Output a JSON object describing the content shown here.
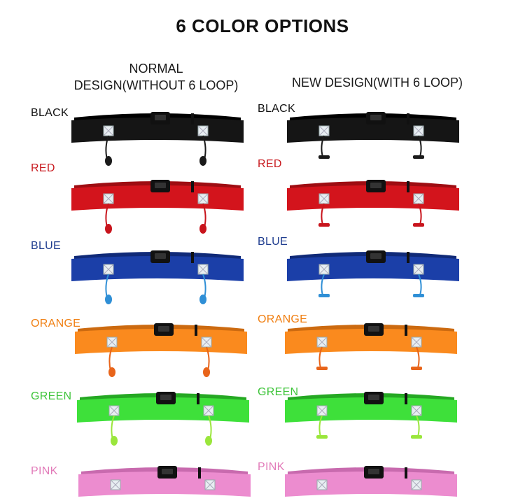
{
  "title": "6 COLOR OPTIONS",
  "columns": {
    "left": {
      "line1": "NORMAL",
      "line2": "DESIGN(WITHOUT 6 LOOP)"
    },
    "right": {
      "line1": "NEW DESIGN(WITH 6 LOOP)"
    }
  },
  "colors": [
    {
      "label": "BLACK",
      "label_color": "#111111",
      "belt": "#151515",
      "dark": "#000000",
      "toggle": "#1a1a1a"
    },
    {
      "label": "RED",
      "label_color": "#c8191e",
      "belt": "#d3141c",
      "dark": "#9e0d12",
      "toggle": "#c8141c"
    },
    {
      "label": "BLUE",
      "label_color": "#1f3d8f",
      "belt": "#1b3fa8",
      "dark": "#102a78",
      "toggle": "#2f8fd6"
    },
    {
      "label": "ORANGE",
      "label_color": "#f07f12",
      "belt": "#fa8a1e",
      "dark": "#cc6a10",
      "toggle": "#e8641a"
    },
    {
      "label": "GREEN",
      "label_color": "#3ec43a",
      "belt": "#3ee03a",
      "dark": "#25a823",
      "toggle": "#9ae63c"
    },
    {
      "label": "PINK",
      "label_color": "#e27bb9",
      "belt": "#ec8ccf",
      "dark": "#c86aae",
      "toggle": "#d07aa8"
    }
  ]
}
